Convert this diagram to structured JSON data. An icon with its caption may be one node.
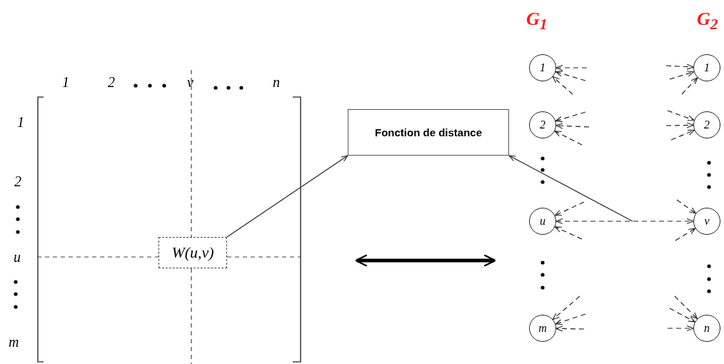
{
  "diagram": {
    "nodes": [
      {
        "text": [],
        "shape": "matrix"
      },
      {
        "text": [
          "W(u,v)"
        ],
        "in": 0
      },
      {
        "text": [
          "Fonction de distance"
        ]
      },
      {
        "text": [
          "1"
        ]
      },
      {
        "text": [
          "2"
        ]
      },
      {
        "text": [
          "u"
        ]
      },
      {
        "text": [
          "m"
        ]
      },
      {
        "text": [
          "1"
        ]
      },
      {
        "text": [
          "2"
        ]
      },
      {
        "text": [
          "v"
        ]
      },
      {
        "text": [
          "n"
        ]
      }
    ],
    "edges": [
      {
        "from": 1,
        "to": 2,
        "arrow": "to"
      },
      {
        "from": null,
        "to": 2,
        "arrow": "to"
      },
      {
        "from": 5,
        "to": 9,
        "arrow": "both",
        "style": "dashed"
      },
      {
        "from": null,
        "to": 3,
        "arrow": "to",
        "style": "dashed"
      },
      {
        "from": null,
        "to": 3,
        "arrow": "to",
        "style": "dashed"
      },
      {
        "from": null,
        "to": 3,
        "arrow": "to",
        "style": "dashed"
      },
      {
        "from": null,
        "to": 4,
        "arrow": "to",
        "style": "dashed"
      },
      {
        "from": null,
        "to": 4,
        "arrow": "to",
        "style": "dashed"
      },
      {
        "from": null,
        "to": 4,
        "arrow": "to",
        "style": "dashed"
      },
      {
        "from": null,
        "to": 5,
        "arrow": "to",
        "style": "dashed"
      },
      {
        "from": null,
        "to": 5,
        "arrow": "to",
        "style": "dashed"
      },
      {
        "from": null,
        "to": 6,
        "arrow": "to",
        "style": "dashed"
      },
      {
        "from": null,
        "to": 6,
        "arrow": "to",
        "style": "dashed"
      },
      {
        "from": null,
        "to": 6,
        "arrow": "to",
        "style": "dashed"
      },
      {
        "from": null,
        "to": 7,
        "arrow": "to",
        "style": "dashed"
      },
      {
        "from": null,
        "to": 7,
        "arrow": "to",
        "style": "dashed"
      },
      {
        "from": null,
        "to": 7,
        "arrow": "to",
        "style": "dashed"
      },
      {
        "from": null,
        "to": 8,
        "arrow": "to",
        "style": "dashed"
      },
      {
        "from": null,
        "to": 8,
        "arrow": "to",
        "style": "dashed"
      },
      {
        "from": null,
        "to": 8,
        "arrow": "to",
        "style": "dashed"
      },
      {
        "from": null,
        "to": 9,
        "arrow": "to",
        "style": "dashed"
      },
      {
        "from": null,
        "to": 9,
        "arrow": "to",
        "style": "dashed"
      },
      {
        "from": null,
        "to": 10,
        "arrow": "to",
        "style": "dashed"
      },
      {
        "from": null,
        "to": 10,
        "arrow": "to",
        "style": "dashed"
      },
      {
        "from": null,
        "to": 10,
        "arrow": "to",
        "style": "dashed"
      }
    ],
    "labels": [
      "G$_{1}$",
      "G$_{2}$",
      "1",
      "2",
      "v",
      "n",
      "1",
      "2",
      "u",
      "m"
    ]
  }
}
